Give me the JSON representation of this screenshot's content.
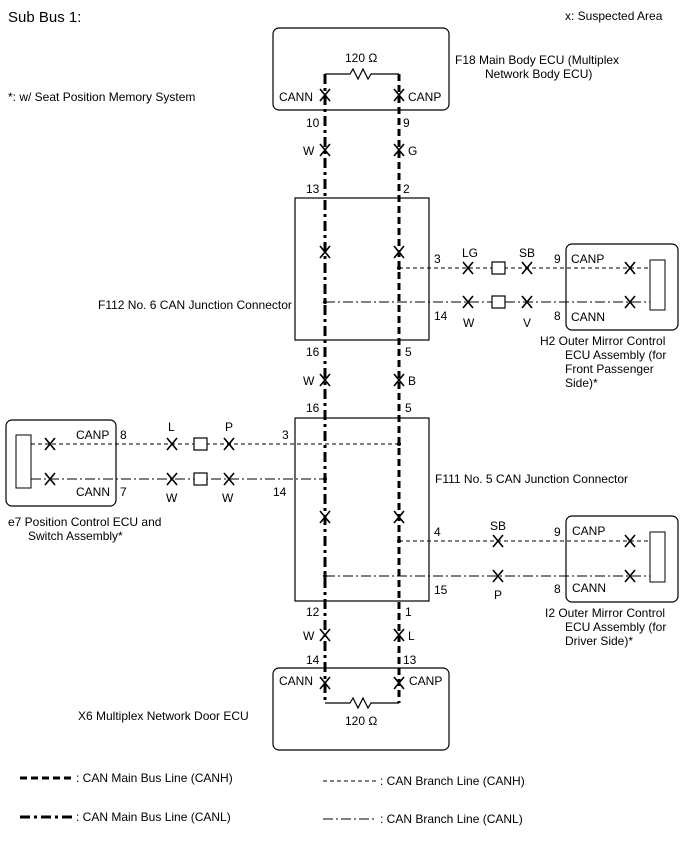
{
  "header": {
    "title": "Sub Bus 1:",
    "legend_suspected": "x: Suspected Area",
    "note": "*: w/ Seat Position Memory System"
  },
  "ecus": {
    "f18": {
      "label_1": "F18  Main Body ECU (Multiplex",
      "label_2": "Network Body ECU)",
      "canl": "CANN",
      "canh": "CANP",
      "resistor": "120 Ω"
    },
    "f112": {
      "label": "F112  No. 6 CAN Junction Connector"
    },
    "h2": {
      "label_1": "H2  Outer Mirror Control",
      "label_2": "ECU Assembly (for",
      "label_3": "Front Passenger",
      "label_4": "Side)*",
      "canh": "CANP",
      "canl": "CANN"
    },
    "e7": {
      "label_1": "e7  Position Control ECU and",
      "label_2": "Switch Assembly*",
      "canh": "CANP",
      "canl": "CANN"
    },
    "f111": {
      "label": "F111  No. 5 CAN Junction Connector"
    },
    "i2": {
      "label_1": "I2  Outer Mirror Control",
      "label_2": "ECU Assembly (for",
      "label_3": "Driver Side)*",
      "canh": "CANP",
      "canl": "CANN"
    },
    "x6": {
      "label": "X6  Multiplex Network Door ECU",
      "canl": "CANN",
      "canh": "CANP",
      "resistor": "120 Ω"
    }
  },
  "pins": {
    "f18_canl": "10",
    "f18_canh": "9",
    "f112_top_l": "13",
    "f112_top_h": "2",
    "f112_h2_h": "3",
    "f112_h2_l": "14",
    "f112_bot_l": "16",
    "f112_bot_h": "5",
    "h2_h": "9",
    "h2_l": "8",
    "f111_top_l": "16",
    "f111_top_h": "5",
    "f111_e7_h": "3",
    "f111_e7_l": "14",
    "e7_h": "8",
    "e7_l": "7",
    "f111_i2_h": "4",
    "f111_i2_l": "15",
    "i2_h": "9",
    "i2_l": "8",
    "f111_bot_l": "12",
    "f111_bot_h": "1",
    "x6_l": "14",
    "x6_h": "13"
  },
  "wire_colors": {
    "f18_f112_l": "W",
    "f18_f112_h": "G",
    "f112_h2_h1": "LG",
    "f112_h2_h2": "SB",
    "f112_h2_l1": "W",
    "f112_h2_l2": "V",
    "f112_f111_l": "W",
    "f112_f111_h": "B",
    "e7_h1": "L",
    "e7_h2": "P",
    "e7_l1": "W",
    "e7_l2": "W",
    "i2_h": "SB",
    "i2_l": "P",
    "f111_x6_l": "W",
    "f111_x6_h": "L"
  },
  "legend": {
    "main_canh": ": CAN Main Bus Line (CANH)",
    "main_canl": ": CAN Main Bus Line (CANL)",
    "branch_canh": ": CAN Branch Line (CANH)",
    "branch_canl": ": CAN Branch Line (CANL)"
  }
}
